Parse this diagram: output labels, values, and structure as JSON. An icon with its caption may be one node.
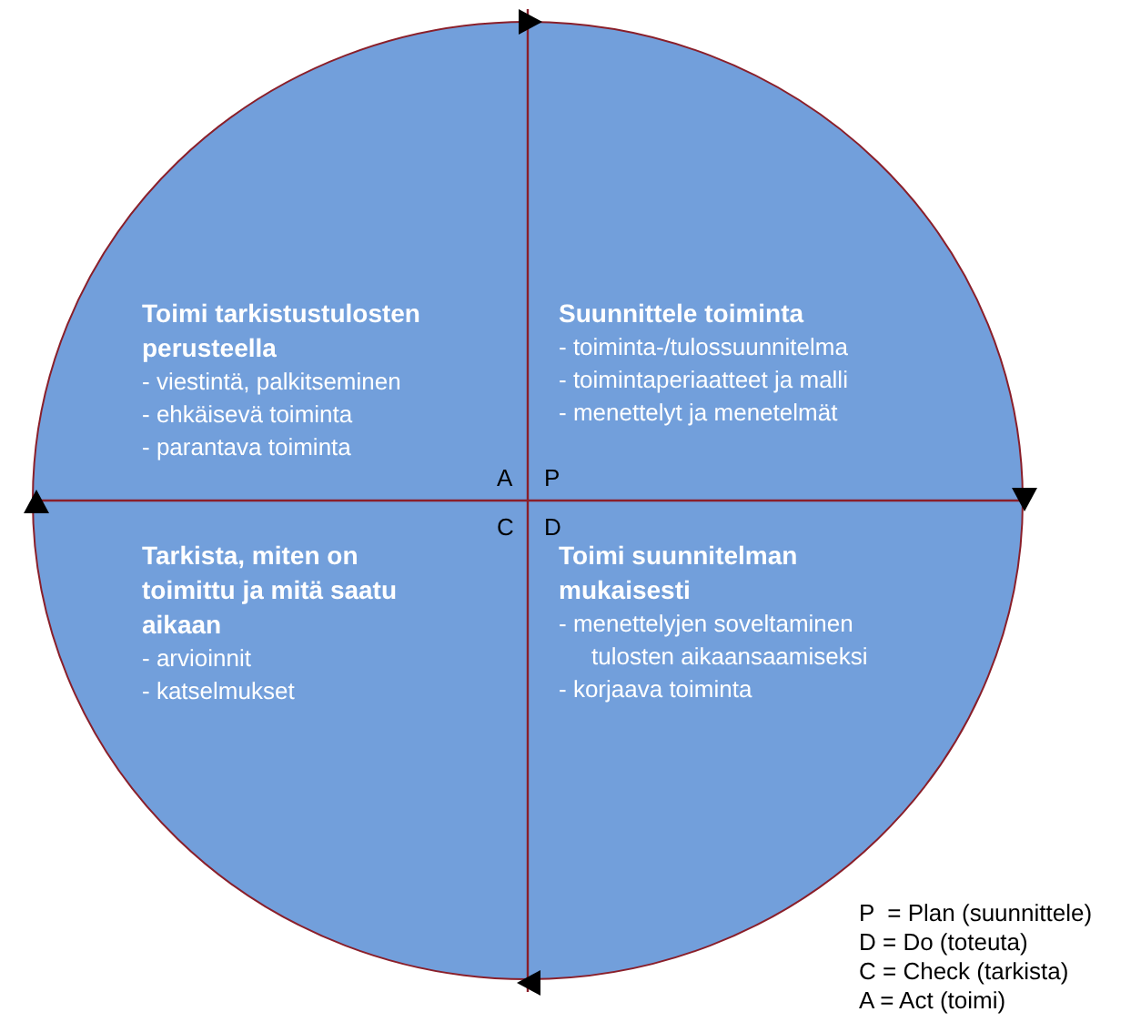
{
  "diagram": {
    "nodes": [
      {
        "text": [],
        "shape": "circle"
      },
      {
        "text": [
          "Toimi tarkistustulosten perusteella",
          "- viestintä, palkitseminen",
          "- ehkäisevä toiminta",
          "- parantava toiminta"
        ],
        "in": 0
      },
      {
        "text": [
          "Suunnittele toiminta",
          "- toiminta-/tulossuunnitelma",
          "- toimintaperiaatteet ja malli",
          "- menettelyt ja menetelmät"
        ],
        "in": 0
      },
      {
        "text": [
          "Tarkista, miten on toimittu ja mitä saatu aikaan",
          "- arvioinnit",
          "- katselmukset"
        ],
        "in": 0
      },
      {
        "text": [
          "Toimi suunnitelman mukaisesti",
          "- menettelyjen soveltaminen tulosten aikaansaamiseksi",
          "- korjaava toiminta"
        ],
        "in": 0
      }
    ],
    "labels": [
      "A",
      "P",
      "C",
      "D",
      "P  = Plan (suunnittele)",
      "D = Do (toteuta)",
      "C = Check (tarkista)",
      "A = Act (toimi)"
    ]
  }
}
